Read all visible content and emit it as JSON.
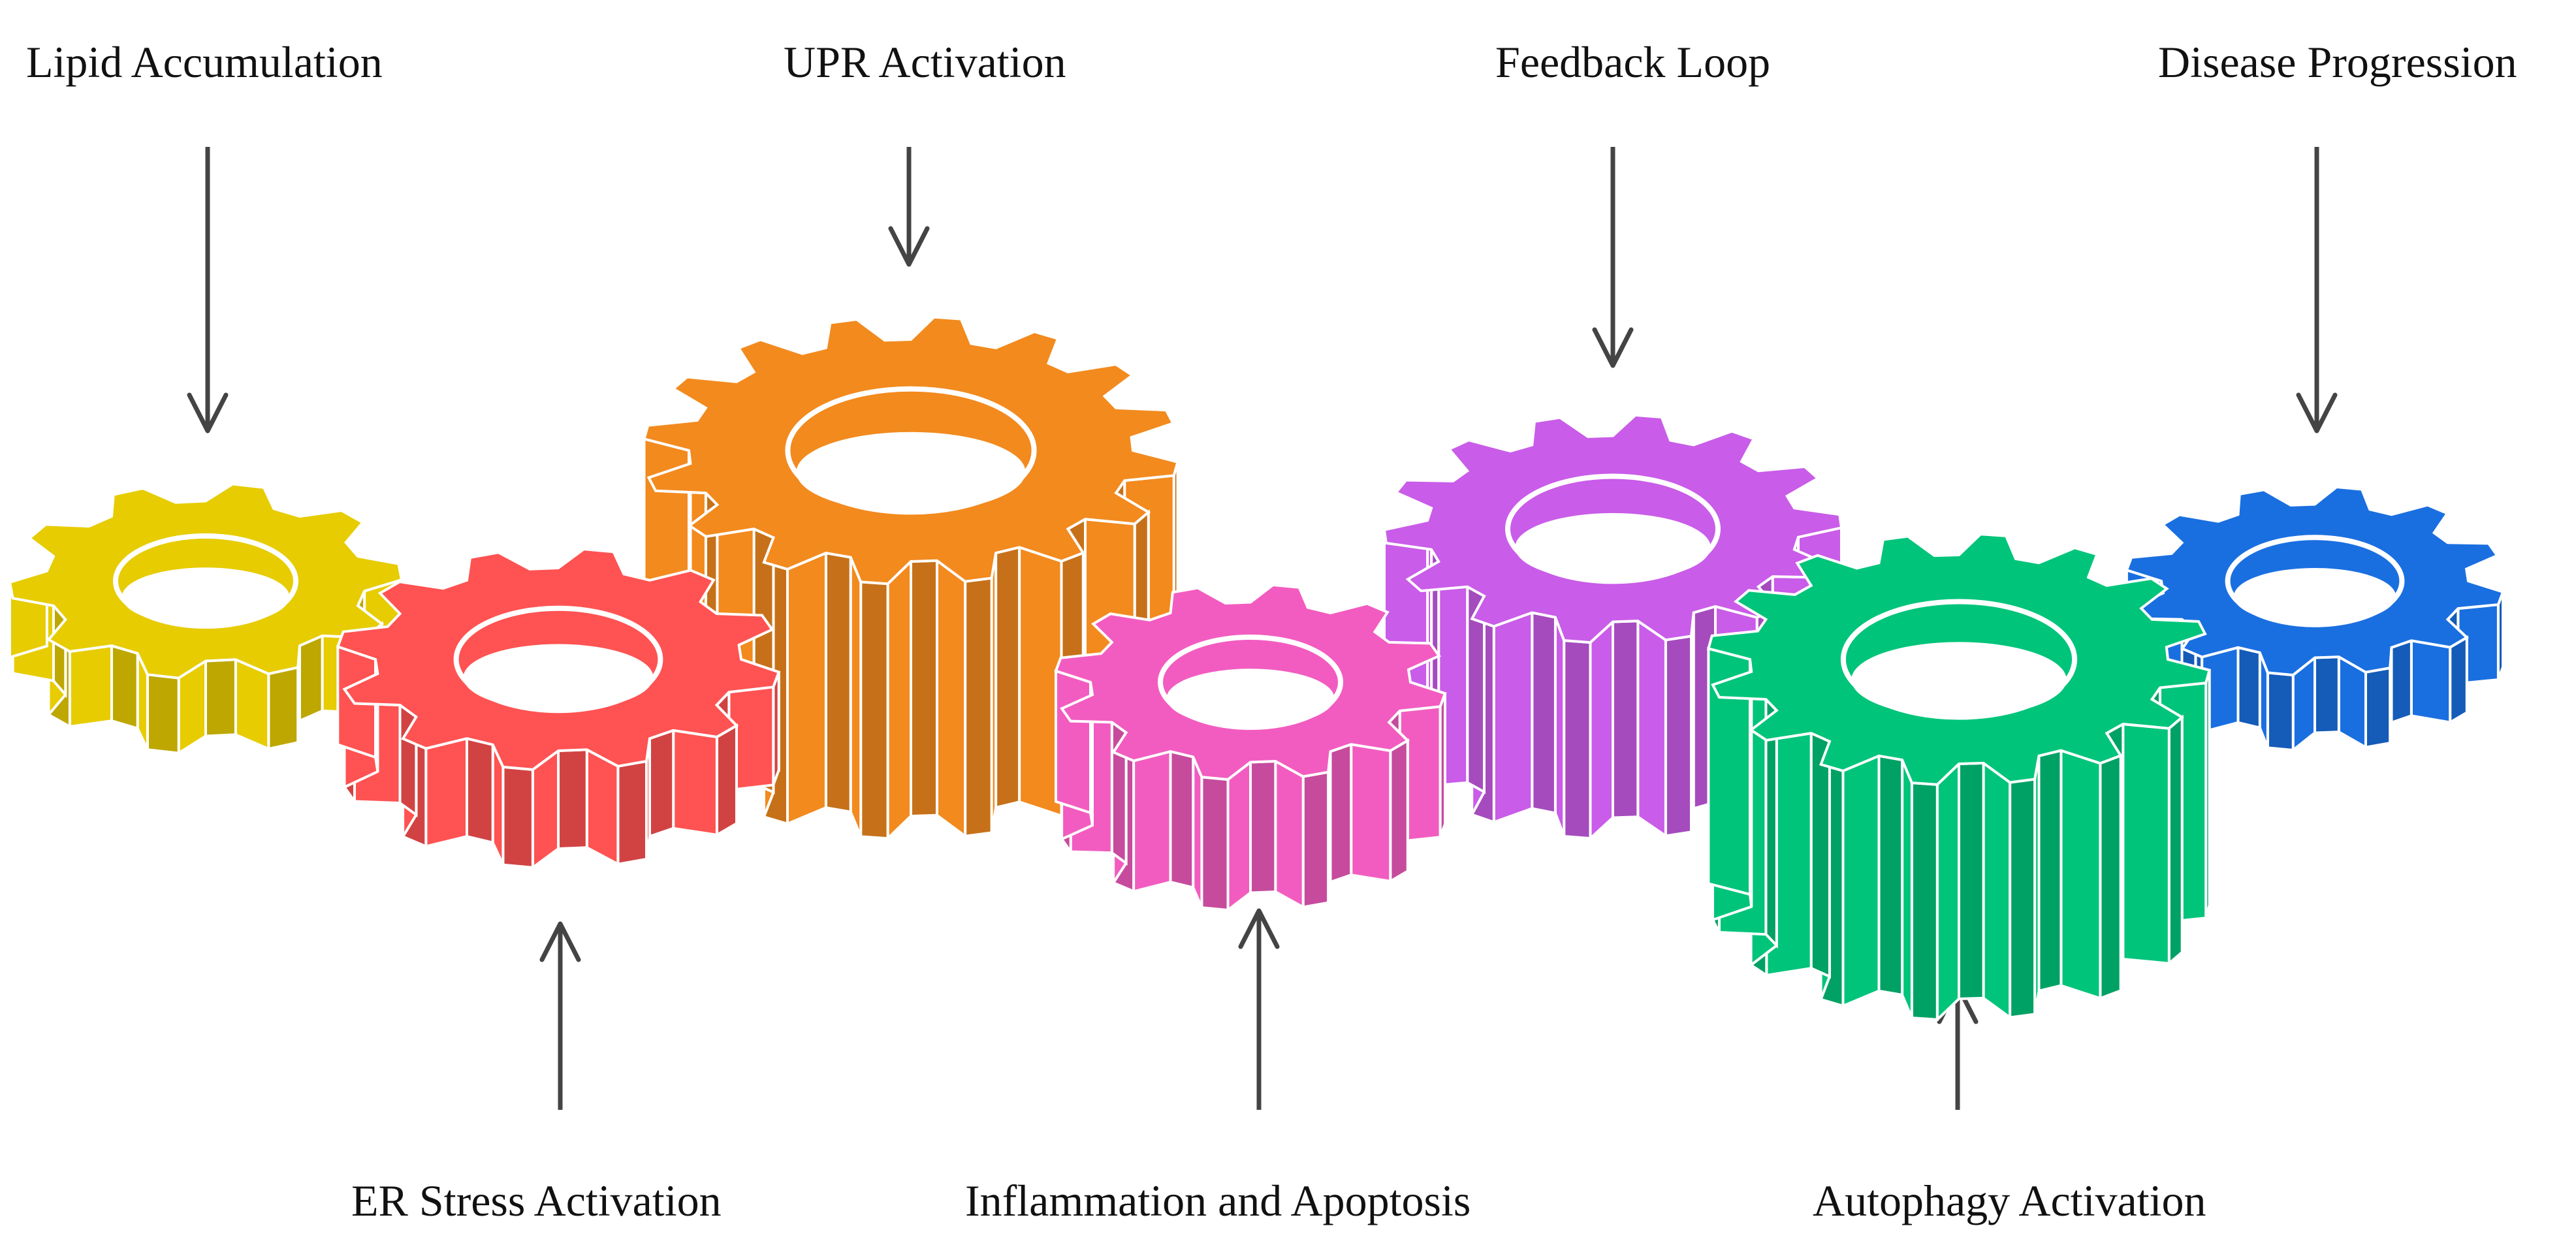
{
  "labels": {
    "top": [
      "Lipid Accumulation",
      "UPR Activation",
      "Feedback Loop",
      "Disease Progression"
    ],
    "bottom": [
      "ER Stress Activation",
      "Inflammation  and Apoptosis",
      "Autophagy  Activation"
    ]
  },
  "gears": [
    {
      "name": "lipid",
      "color": "#e6cc00"
    },
    {
      "name": "er-stress",
      "color": "#ff5252"
    },
    {
      "name": "upr",
      "color": "#f28a1e"
    },
    {
      "name": "inflammation",
      "color": "#f25cc0"
    },
    {
      "name": "feedback",
      "color": "#c95ce8"
    },
    {
      "name": "autophagy",
      "color": "#00c47a"
    },
    {
      "name": "disease",
      "color": "#1a6fe0"
    }
  ]
}
